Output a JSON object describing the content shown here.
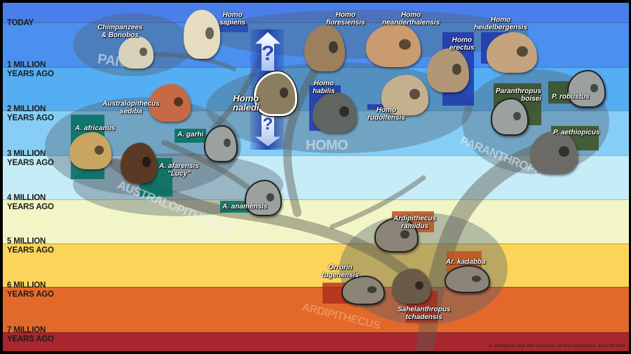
{
  "time_labels": [
    {
      "line1": "TODAY",
      "line2": ""
    },
    {
      "line1": "1 MILLION",
      "line2": "YEARS AGO"
    },
    {
      "line1": "2 MILLION",
      "line2": "YEARS AGO"
    },
    {
      "line1": "3 MILLION",
      "line2": "YEARS AGO"
    },
    {
      "line1": "4 MILLION",
      "line2": "YEARS AGO"
    },
    {
      "line1": "5 MILLION",
      "line2": "YEARS AGO"
    },
    {
      "line1": "6 MILLION",
      "line2": "YEARS AGO"
    },
    {
      "line1": "7 MILLION",
      "line2": "YEARS AGO"
    }
  ],
  "band_colors": [
    "#4a7eea",
    "#4b90ee",
    "#56aef2",
    "#86cef6",
    "#c6ecf8",
    "#f2f6c6",
    "#fcd45a",
    "#e2692a",
    "#a8262e"
  ],
  "genera": [
    "PAN",
    "HOMO",
    "PARANTHROPUS",
    "AUSTRALOPITHECUS",
    "ARDIPITHECUS"
  ],
  "species": [
    {
      "name": "Chimpanzees\n& Bonobos"
    },
    {
      "name": "Homo\nsapiens"
    },
    {
      "name": "Homo\nnaledi"
    },
    {
      "name": "Homo\nfloresiensis"
    },
    {
      "name": "Homo\nneanderthalensis"
    },
    {
      "name": "Homo\nerectus"
    },
    {
      "name": "Homo\nheidelbergensis"
    },
    {
      "name": "Homo\nhabilis"
    },
    {
      "name": "Homo\nrudolfensis"
    },
    {
      "name": "Australopithecus\nsediba"
    },
    {
      "name": "A. africanus"
    },
    {
      "name": "A. afarensis\n\"Lucy\""
    },
    {
      "name": "A. garhi"
    },
    {
      "name": "A. anamensis"
    },
    {
      "name": "Paranthropus\nboisei"
    },
    {
      "name": "P. robustus"
    },
    {
      "name": "P. aethiopicus"
    },
    {
      "name": "Ardipithecus\nramidus"
    },
    {
      "name": "Ar. kadabba"
    },
    {
      "name": "Orrorin\ntugenensis"
    },
    {
      "name": "Sahelanthropus\ntchadensis"
    }
  ],
  "naledi_arrows": {
    "up": "?",
    "down": "?"
  },
  "credit": "P. aethiopicus skull: Wiki Commons. All other skull photos: Flickr/NCSSM"
}
